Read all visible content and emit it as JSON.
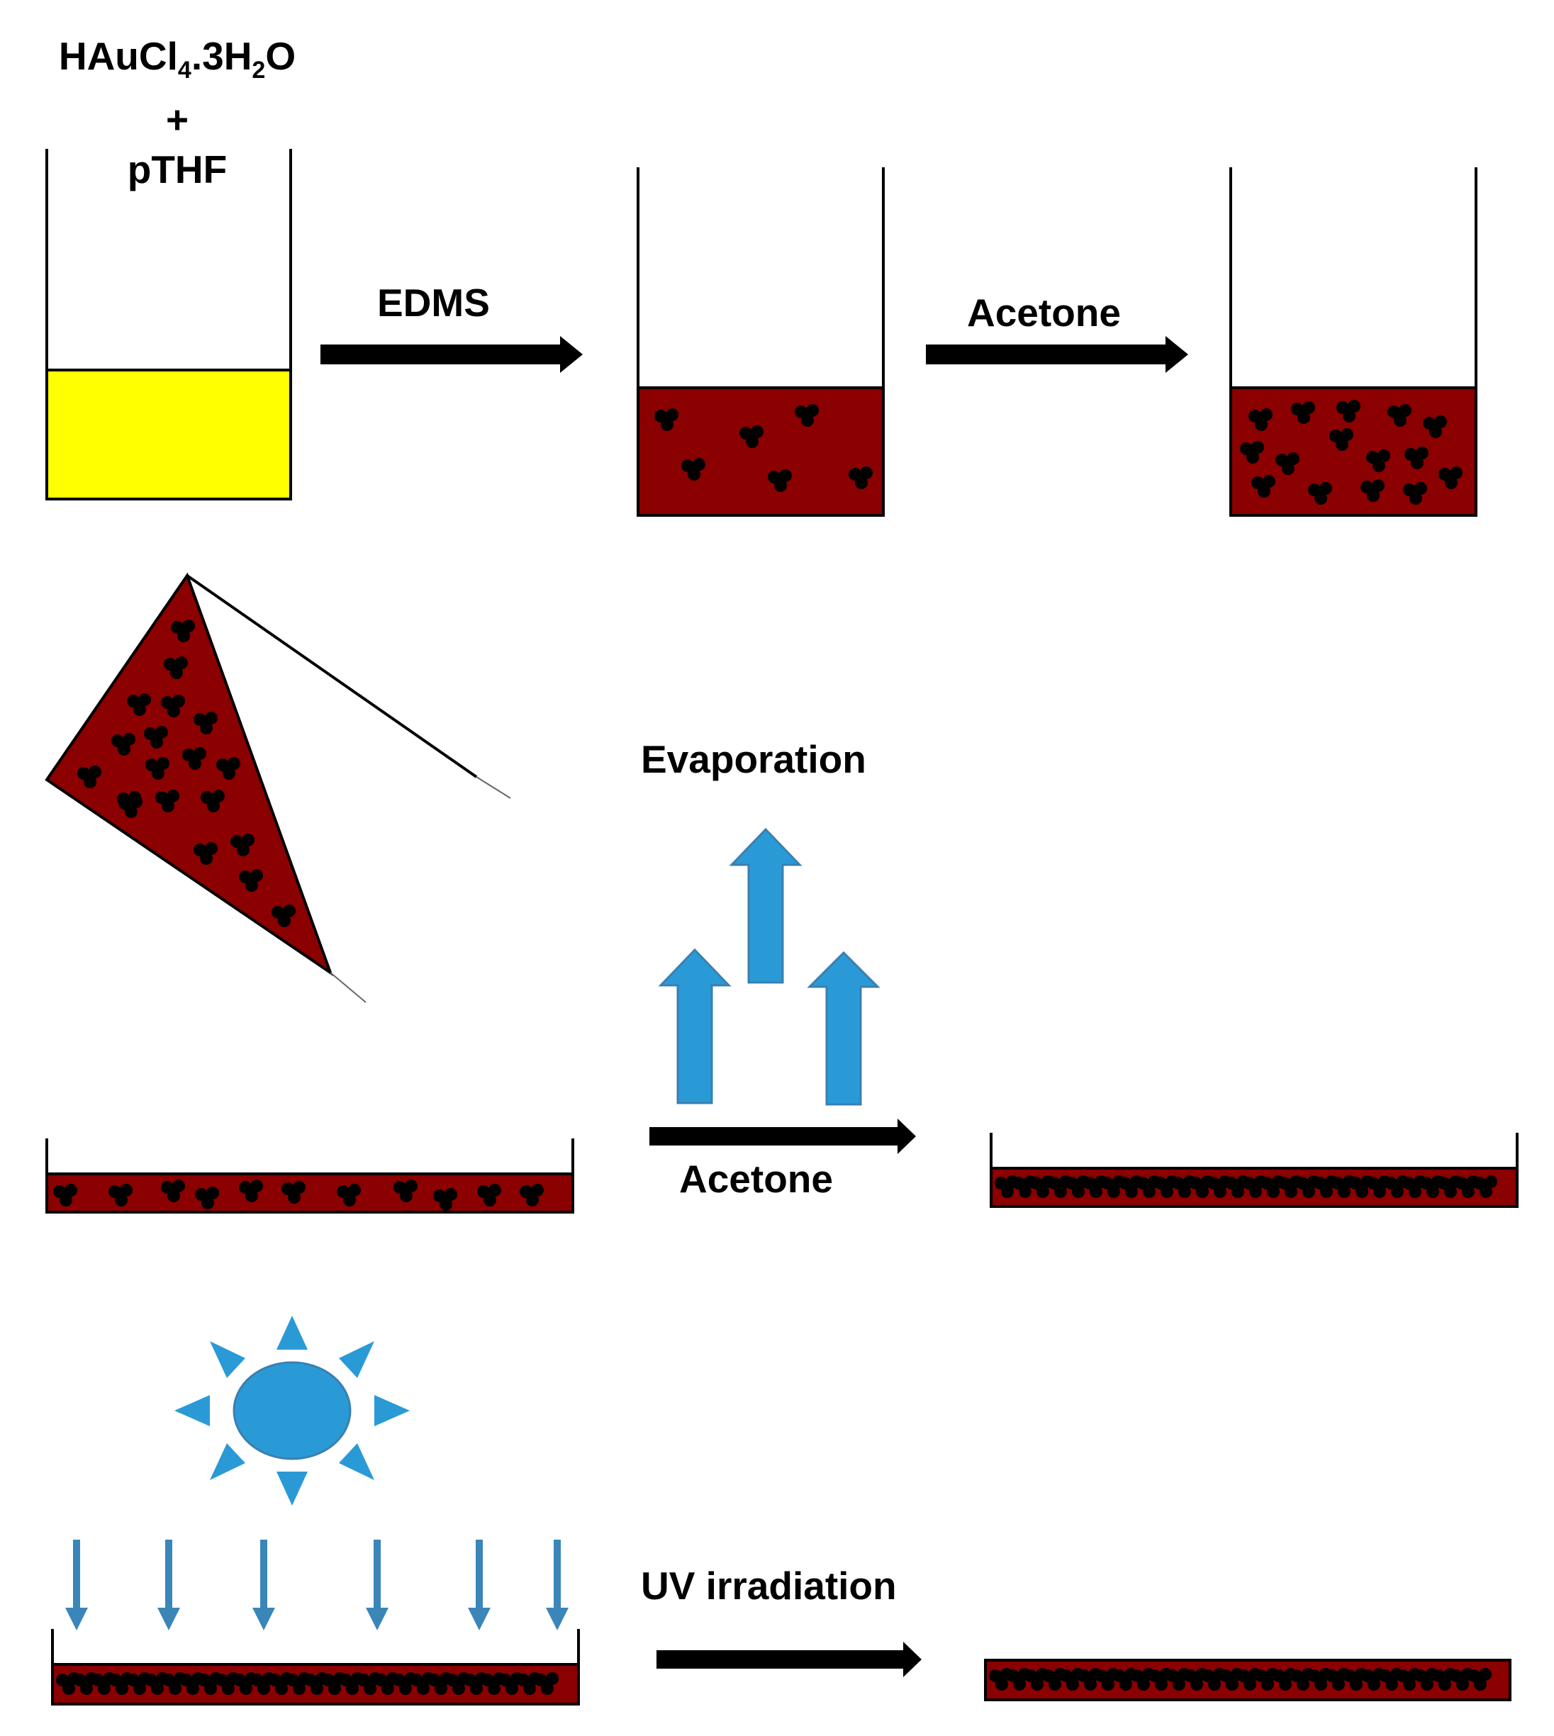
{
  "colors": {
    "yellow_solution": "#ffff00",
    "red_solution": "#8b0000",
    "particles": "#000000",
    "blue_arrows": "#2a9ad6",
    "blue_outline": "#3a7fb0",
    "sun": "#2a9ad6",
    "uv_rays": "#3a86b8"
  },
  "reagent": {
    "formula_main": "HAuCl",
    "formula_sub1": "4",
    "formula_mid": ".3H",
    "formula_sub2": "2",
    "formula_end": "O",
    "plus": "+",
    "solvent": "pTHF"
  },
  "labels": {
    "edms": "EDMS",
    "acetone_1": "Acetone",
    "evaporation": "Evaporation",
    "acetone_2": "Acetone",
    "uv": "UV irradiation"
  },
  "icons": {
    "sun": "sun-icon",
    "evaporation": "up-arrow-icon",
    "uv_rays": "down-arrow-icon"
  }
}
